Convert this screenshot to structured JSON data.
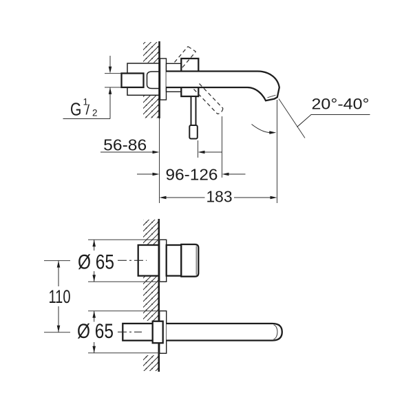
{
  "side_view": {
    "thread": {
      "letter": "G",
      "numerator": "1",
      "fraction_slash": "/",
      "denominator": "2"
    },
    "dim_wall_to_lever": "56-86",
    "dim_wall_to_lever_max": "96-126",
    "dim_spout_projection": "183",
    "dim_spout_angle": "20°-40°"
  },
  "plan_view": {
    "dim_top_escutcheon": "Ø 65",
    "dim_bottom_escutcheon": "Ø 65",
    "dim_center_distance": "110"
  }
}
